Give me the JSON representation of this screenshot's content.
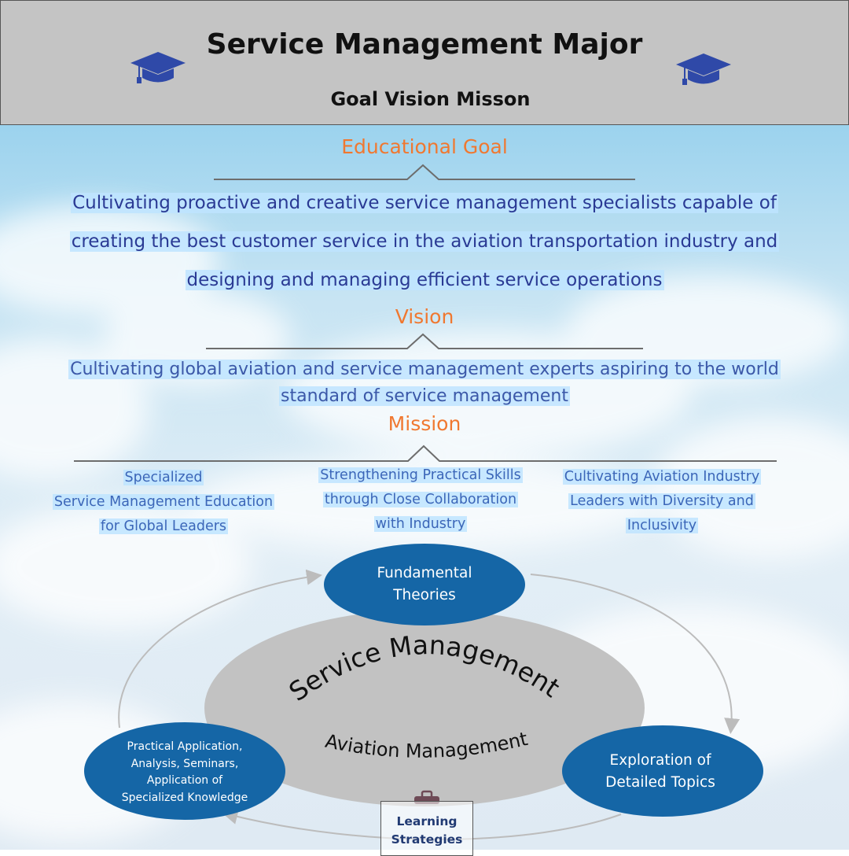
{
  "header": {
    "title": "Service Management Major",
    "subtitle": "Goal Vision Misson"
  },
  "educational_goal": {
    "heading": "Educational Goal",
    "lines": [
      "Cultivating proactive and creative service management specialists capable of",
      "creating the best customer service in the aviation transportation industry and",
      "designing and managing efficient service operations"
    ]
  },
  "vision": {
    "heading": "Vision",
    "lines": [
      "Cultivating global aviation and service management experts aspiring to the world",
      "standard of service management"
    ]
  },
  "mission": {
    "heading": "Mission",
    "items": [
      {
        "lines": [
          "Specialized",
          "Service Management Education",
          "for Global Leaders"
        ]
      },
      {
        "lines": [
          "Strengthening Practical Skills",
          "through Close Collaboration",
          "with Industry"
        ]
      },
      {
        "lines": [
          "Cultivating Aviation Industry",
          "Leaders with Diversity and",
          "Inclusivity"
        ]
      }
    ]
  },
  "cycle": {
    "center_top": "Service Management",
    "center_bottom": "Aviation Management",
    "nodes": {
      "fundamental": [
        "Fundamental",
        "Theories"
      ],
      "exploration": [
        "Exploration of",
        "Detailed Topics"
      ],
      "practical": [
        "Practical Application,",
        "Analysis, Seminars,",
        "Application of",
        "Specialized Knowledge"
      ]
    },
    "learning_strategies": [
      "Learning",
      "Strategies"
    ]
  },
  "colors": {
    "heading": "#f07830",
    "goal_text": "#2a3a94",
    "vision_text": "#3b58a8",
    "mission_text": "#3b66b8",
    "node_fill": "#1566a6",
    "center_ellipse": "#c2c2c2",
    "header_bg": "#c4c4c4",
    "cap": "#2f49a8"
  },
  "icons": [
    "graduation-cap-icon",
    "graduation-cap-icon",
    "briefcase-icon"
  ]
}
